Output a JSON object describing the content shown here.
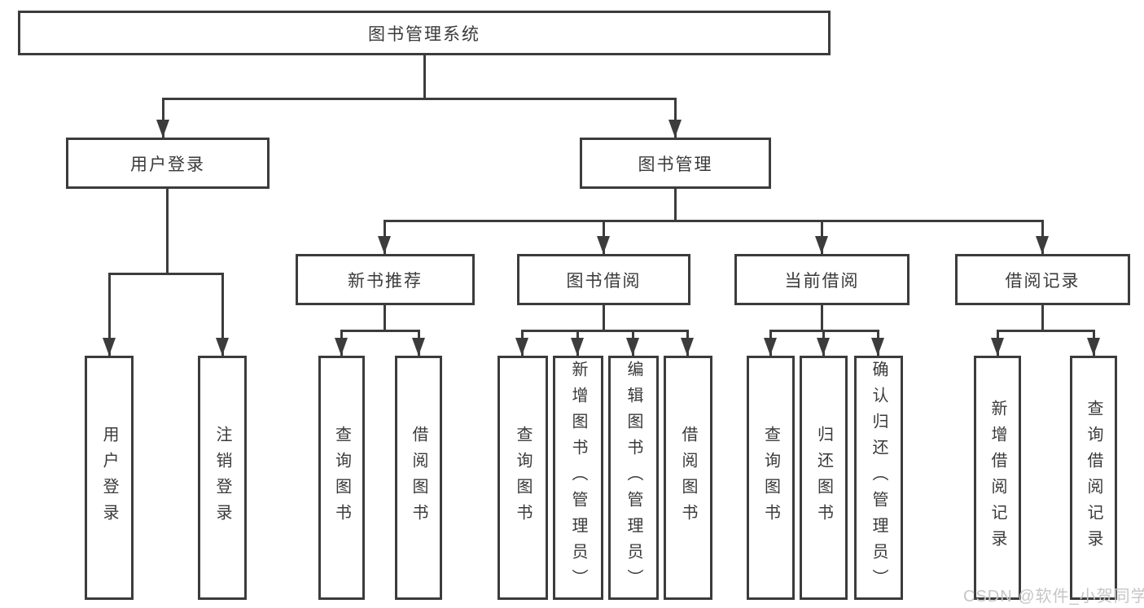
{
  "diagram_type": "hierarchy",
  "nodes": {
    "root": "图书管理系统",
    "user_login": "用户登录",
    "book_mgmt": "图书管理",
    "new_book": "新书推荐",
    "book_borrow": "图书借阅",
    "current_borrow": "当前借阅",
    "borrow_record": "借阅记录",
    "leaves": {
      "user_login": [
        "用户登录",
        "注销登录"
      ],
      "new_book": [
        "查询图书",
        "借阅图书"
      ],
      "book_borrow": [
        "查询图书",
        "新增图书（管理员）",
        "编辑图书（管理员）",
        "借阅图书"
      ],
      "current_borrow": [
        "查询图书",
        "归还图书",
        "确认归还（管理员）"
      ],
      "borrow_record": [
        "新增借阅记录",
        "查询借阅记录"
      ]
    }
  },
  "hierarchy": {
    "图书管理系统": {
      "用户登录": [
        "用户登录",
        "注销登录"
      ],
      "图书管理": {
        "新书推荐": [
          "查询图书",
          "借阅图书"
        ],
        "图书借阅": [
          "查询图书",
          "新增图书（管理员）",
          "编辑图书（管理员）",
          "借阅图书"
        ],
        "当前借阅": [
          "查询图书",
          "归还图书",
          "确认归还（管理员）"
        ],
        "借阅记录": [
          "新增借阅记录",
          "查询借阅记录"
        ]
      }
    }
  },
  "watermark": "CSDN @软件_小贺同学",
  "colors": {
    "background": "#ffffff",
    "box_border": "#3c3c3c",
    "line": "#3c3c3c",
    "text": "#3a3a3a",
    "watermark": "#c6c6c6"
  }
}
